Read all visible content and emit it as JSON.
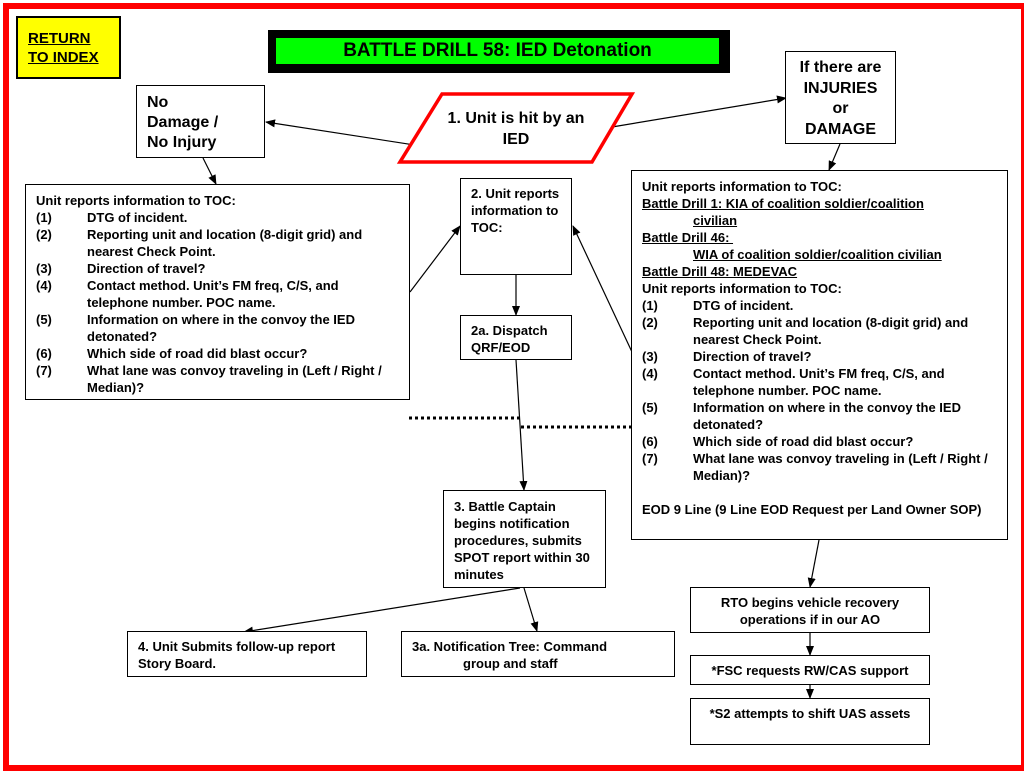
{
  "return_link": {
    "line1": "RETURN",
    "line2": "TO INDEX"
  },
  "title": "BATTLE DRILL 58:  IED Detonation",
  "colors": {
    "frame": "#ff0000",
    "title_bg": "#00ff00",
    "return_bg": "#ffff00"
  },
  "nodes": {
    "start": "1. Unit is hit by an IED",
    "no_damage": {
      "line1": "No",
      "line2": "Damage  /",
      "line3": "No Injury"
    },
    "injuries": {
      "line1": "If there are",
      "line2": "INJURIES",
      "line3": "or",
      "line4": "DAMAGE"
    },
    "unit_reports_left": {
      "header": "Unit reports information to TOC:",
      "items": [
        {
          "num": "(1)",
          "text": "DTG of incident."
        },
        {
          "num": "(2)",
          "text": "Reporting unit and location (8-digit grid) and nearest Check Point."
        },
        {
          "num": "(3)",
          "text": "Direction of travel?"
        },
        {
          "num": "(4)",
          "text": "Contact method.  Unit’s FM freq, C/S, and telephone number.  POC name."
        },
        {
          "num": "(5)",
          "text": "Information on where in the convoy the IED detonated?"
        },
        {
          "num": "(6)",
          "text": "Which side of road did blast occur?"
        },
        {
          "num": "(7)",
          "text": "What lane was convoy traveling in (Left / Right / Median)?"
        }
      ]
    },
    "unit_reports_center": "2. Unit reports information to TOC:",
    "dispatch": "2a. Dispatch QRF/EOD",
    "battle_captain": "3.  Battle Captain begins notification procedures, submits SPOT report within 30 minutes",
    "follow_up": "4.  Unit Submits follow-up report Story Board.",
    "notification_tree": {
      "line1": "3a. Notification Tree:  Command",
      "line2": "group and staff"
    },
    "unit_reports_right": {
      "header": "Unit reports information to TOC:",
      "bd1_label": "Battle Drill 1: KIA of coalition soldier/coalition",
      "bd1_cont": "civilian",
      "bd46_label": "Battle Drill 46: ",
      "bd46_cont": "WIA of coalition soldier/coalition civilian",
      "bd48_label": "Battle Drill 48: MEDEVAC",
      "header2": "Unit reports information to TOC:",
      "items": [
        {
          "num": "(1)",
          "text": "DTG of incident."
        },
        {
          "num": "(2)",
          "text": "Reporting unit and location (8-digit grid) and nearest Check Point."
        },
        {
          "num": "(3)",
          "text": "Direction of travel?"
        },
        {
          "num": "(4)",
          "text": "Contact method.  Unit’s FM freq, C/S, and telephone number.  POC name."
        },
        {
          "num": "(5)",
          "text": "Information on where in the convoy the IED detonated?"
        },
        {
          "num": "(6)",
          "text": "Which side of road did blast occur?"
        },
        {
          "num": "(7)",
          "text": "What lane was convoy traveling in (Left / Right / Median)?"
        }
      ],
      "eod": "EOD 9 Line (9 Line EOD Request per Land Owner SOP)"
    },
    "rto": "RTO begins vehicle recovery operations if in our AO",
    "fsc": "*FSC requests RW/CAS support",
    "s2": "*S2 attempts to shift UAS assets"
  }
}
